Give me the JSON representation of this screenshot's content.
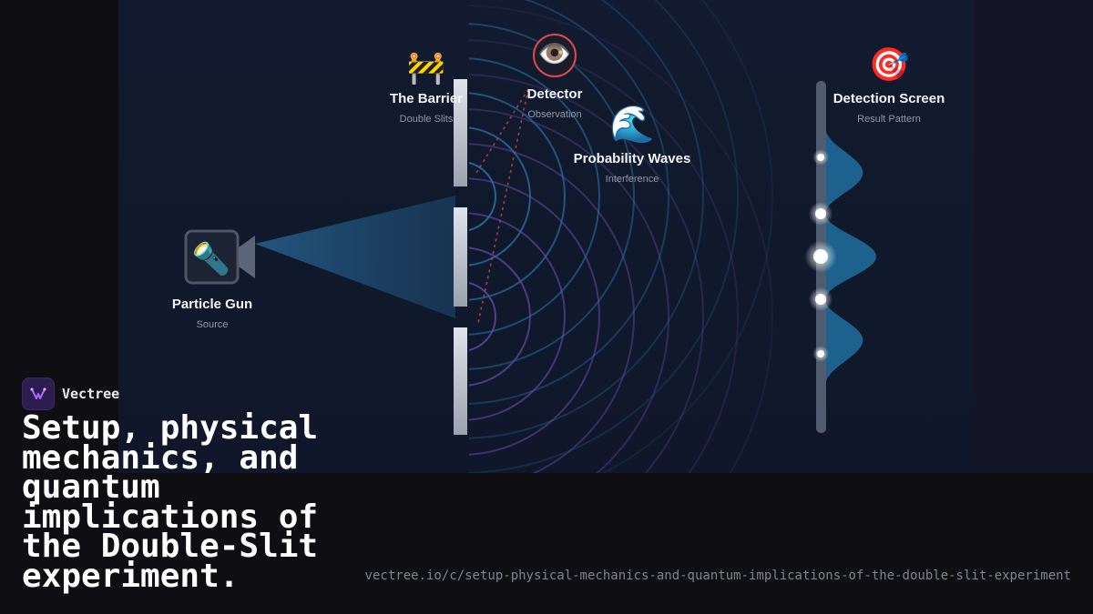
{
  "diagram": {
    "source": {
      "icon": "flashlight-icon",
      "title": "Particle Gun",
      "subtitle": "Source"
    },
    "barrier": {
      "icon": "construction-barrier-icon",
      "title": "The Barrier",
      "subtitle": "Double Slits"
    },
    "detector": {
      "icon": "eye-icon",
      "title": "Detector",
      "subtitle": "Observation"
    },
    "waves": {
      "icon": "wave-icon",
      "title": "Probability Waves",
      "subtitle": "Interference"
    },
    "screen": {
      "icon": "target-icon",
      "title": "Detection Screen",
      "subtitle": "Result Pattern"
    },
    "colors": {
      "wave_blue": "#2c7fb8",
      "wave_purple": "#6a4fb0",
      "detector_red": "#e0464e",
      "pattern": "#1f6a99"
    }
  },
  "brand": {
    "name": "Vectree",
    "logo_color": "#b266ff"
  },
  "headline": "Setup, physical mechanics, and quantum implications of the Double-Slit experiment.",
  "url": "vectree.io/c/setup-physical-mechanics-and-quantum-implications-of-the-double-slit-experiment"
}
